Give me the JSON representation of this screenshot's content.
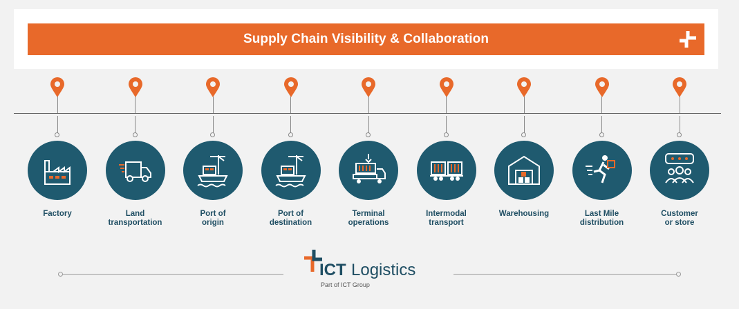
{
  "header": {
    "title": "Supply Chain Visibility & Collaboration"
  },
  "stages": [
    {
      "label": "Factory",
      "icon": "factory-icon"
    },
    {
      "label": "Land\ntransportation",
      "icon": "truck-icon"
    },
    {
      "label": "Port of\norigin",
      "icon": "port-crane-icon"
    },
    {
      "label": "Port of\ndestination",
      "icon": "port-crane-icon"
    },
    {
      "label": "Terminal\noperations",
      "icon": "container-truck-icon"
    },
    {
      "label": "Intermodal\ntransport",
      "icon": "train-wagon-icon"
    },
    {
      "label": "Warehousing",
      "icon": "warehouse-icon"
    },
    {
      "label": "Last Mile\ndistribution",
      "icon": "courier-icon"
    },
    {
      "label": "Customer\nor store",
      "icon": "customer-review-icon"
    }
  ],
  "brand": {
    "name_bold": "ICT",
    "name_regular": "Logistics",
    "tagline": "Part of ICT Group"
  },
  "colors": {
    "accent": "#e8692a",
    "primary": "#1f5a6f",
    "text": "#1f4e63",
    "background": "#f2f2f2"
  }
}
